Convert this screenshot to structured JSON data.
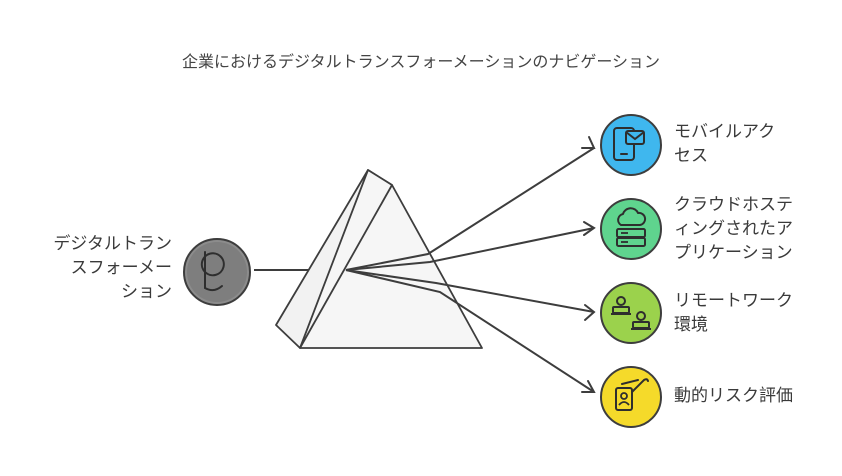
{
  "title": "企業におけるデジタルトランスフォーメーションのナビゲーション",
  "source": {
    "label": "デジタルトラン\nスフォーメー\nション",
    "icon": "digital-transformation-icon",
    "color": "#8c8c8c"
  },
  "outputs": [
    {
      "label": "モバイルアク\nセス",
      "icon": "mobile-icon",
      "color": "#3fb7ee"
    },
    {
      "label": "クラウドホステ\nィングされたア\nプリケーション",
      "icon": "cloud-server-icon",
      "color": "#5fd48e"
    },
    {
      "label": "リモートワーク\n環境",
      "icon": "remote-work-icon",
      "color": "#9bd24c"
    },
    {
      "label": "動的リスク評価",
      "icon": "risk-assessment-icon",
      "color": "#f5da2a"
    }
  ],
  "colors": {
    "line": "#3d3d3d",
    "prism_fill": "#f2f2f2",
    "prism_stroke": "#3d3d3d"
  }
}
